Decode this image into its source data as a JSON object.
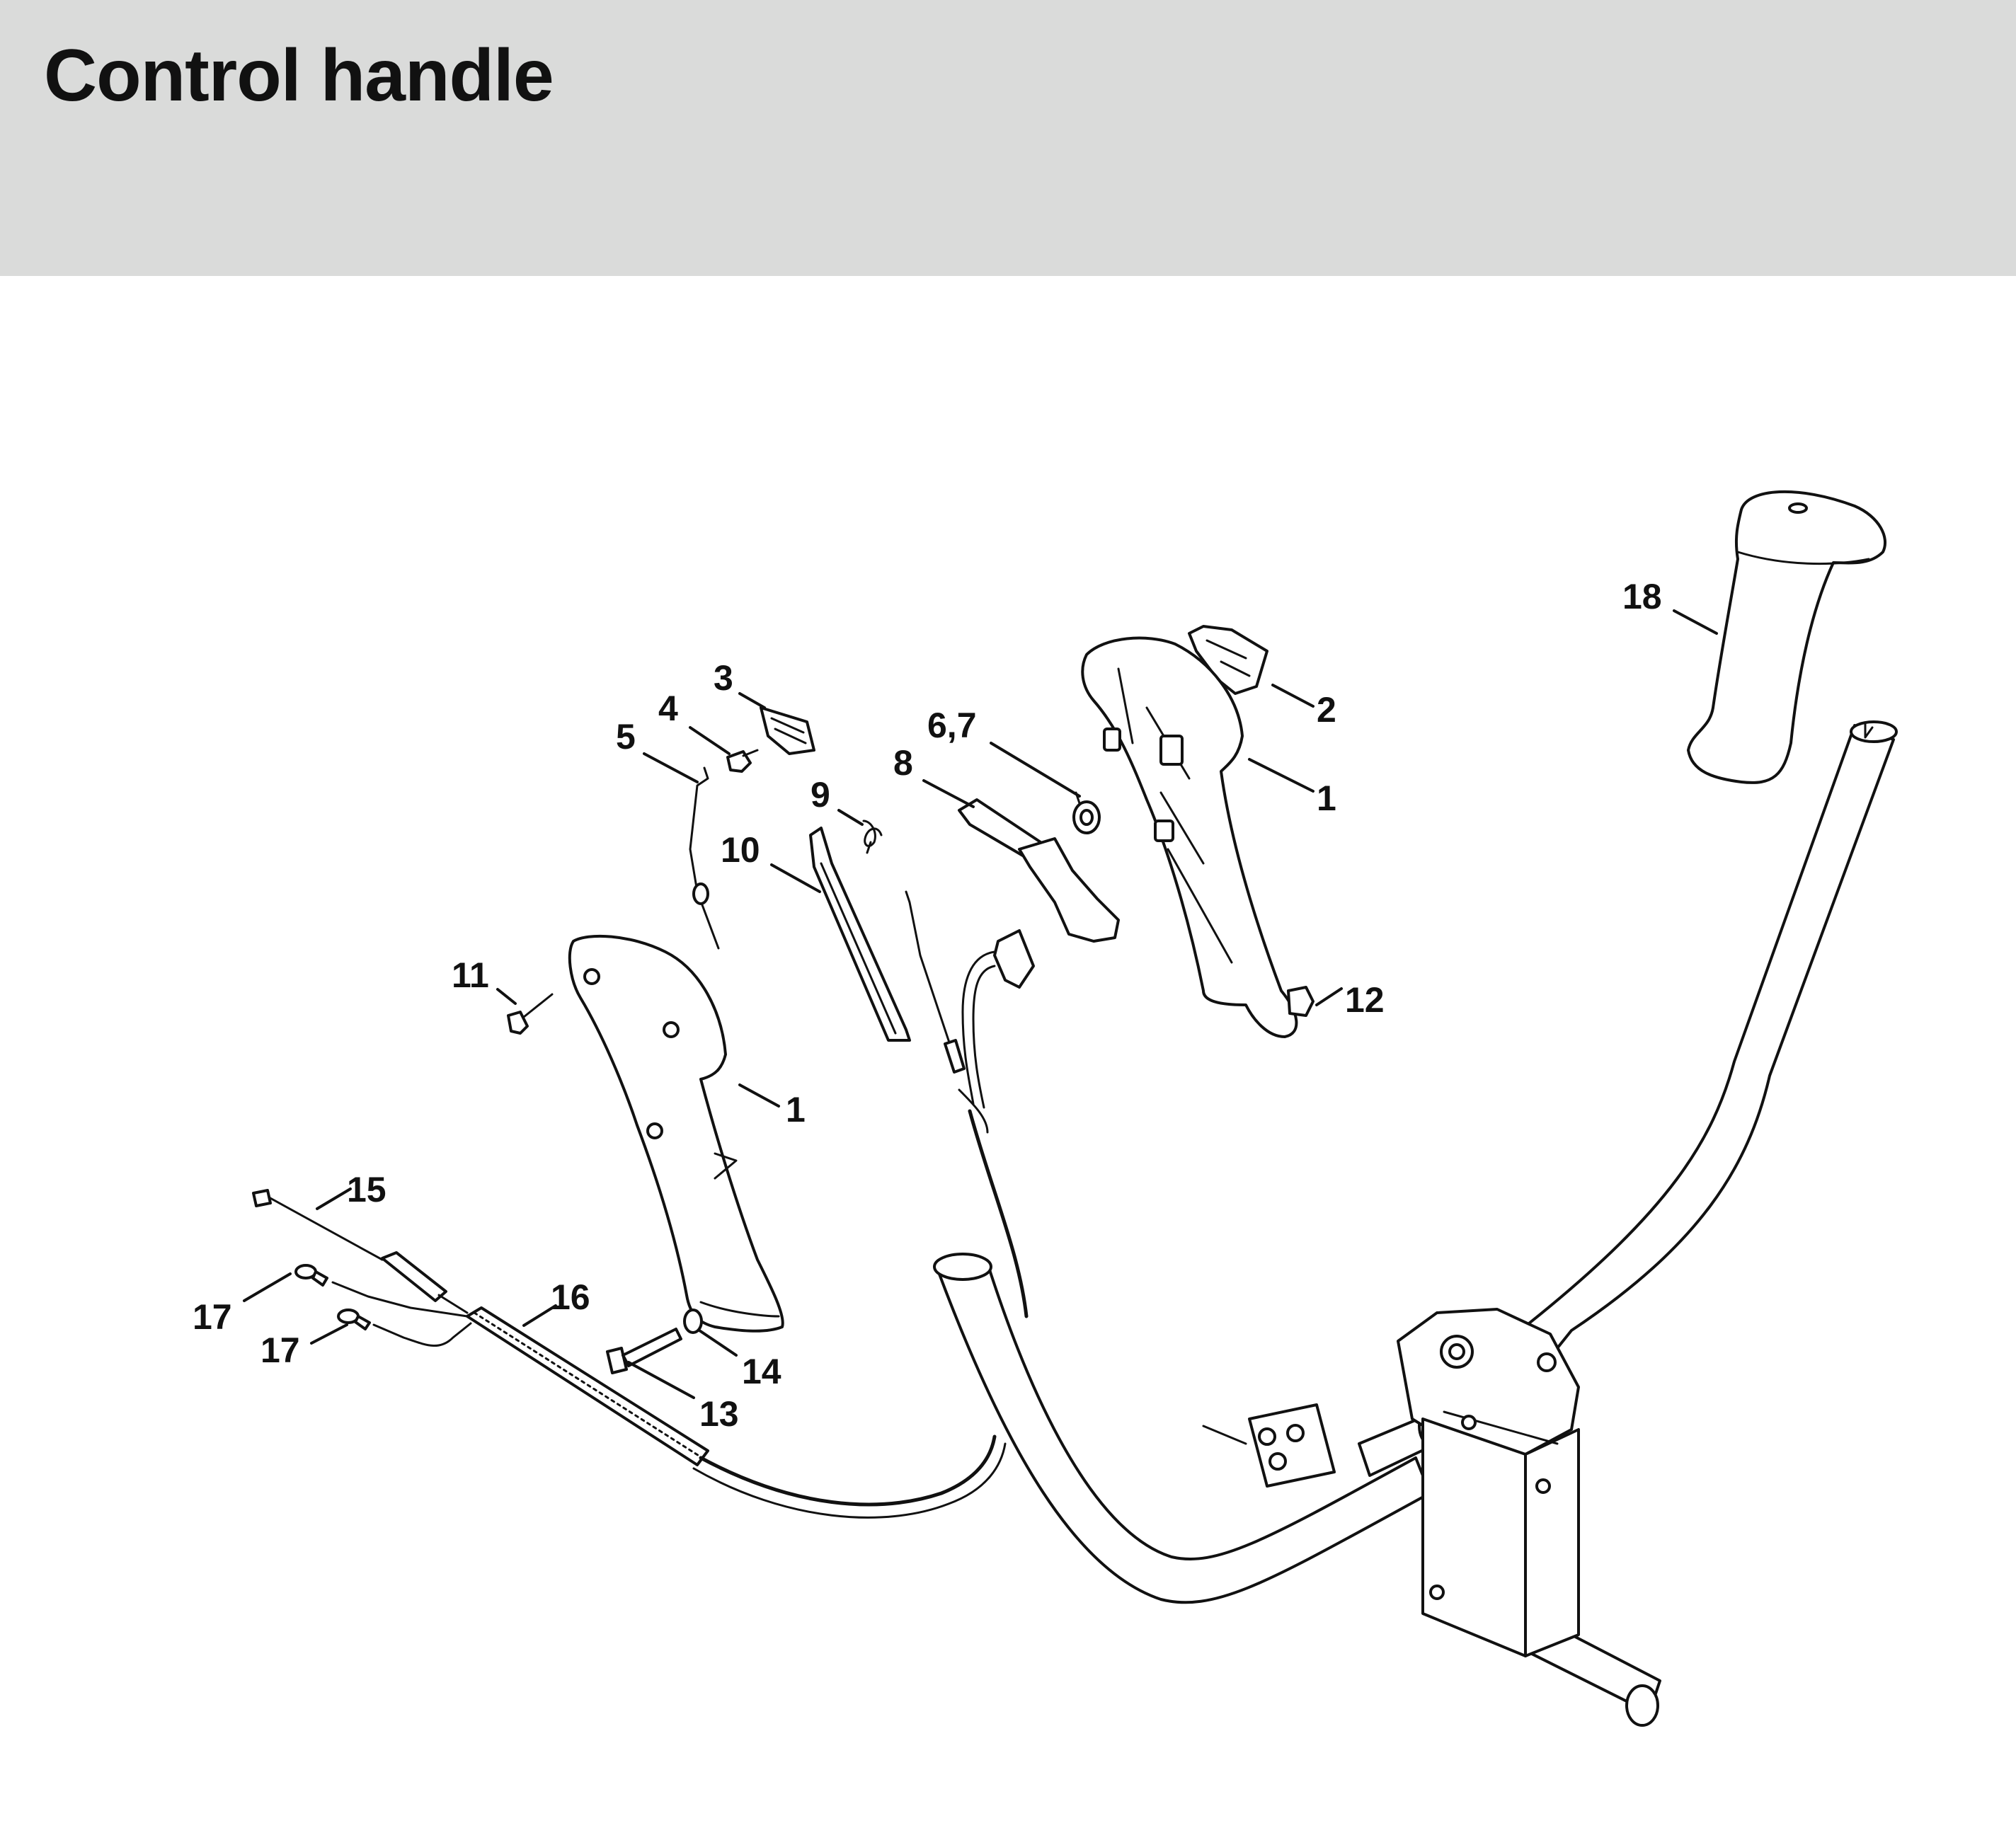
{
  "header": {
    "title": "Control handle",
    "background_color": "#dadbda"
  },
  "diagram": {
    "callouts": [
      {
        "id": "18",
        "label": "18"
      },
      {
        "id": "2",
        "label": "2"
      },
      {
        "id": "1a",
        "label": "1"
      },
      {
        "id": "3",
        "label": "3"
      },
      {
        "id": "4",
        "label": "4"
      },
      {
        "id": "5",
        "label": "5"
      },
      {
        "id": "67",
        "label": "6,7"
      },
      {
        "id": "8",
        "label": "8"
      },
      {
        "id": "9",
        "label": "9"
      },
      {
        "id": "10",
        "label": "10"
      },
      {
        "id": "11",
        "label": "11"
      },
      {
        "id": "12",
        "label": "12"
      },
      {
        "id": "1b",
        "label": "1"
      },
      {
        "id": "15",
        "label": "15"
      },
      {
        "id": "16",
        "label": "16"
      },
      {
        "id": "17a",
        "label": "17"
      },
      {
        "id": "17b",
        "label": "17"
      },
      {
        "id": "14",
        "label": "14"
      },
      {
        "id": "13",
        "label": "13"
      }
    ]
  }
}
